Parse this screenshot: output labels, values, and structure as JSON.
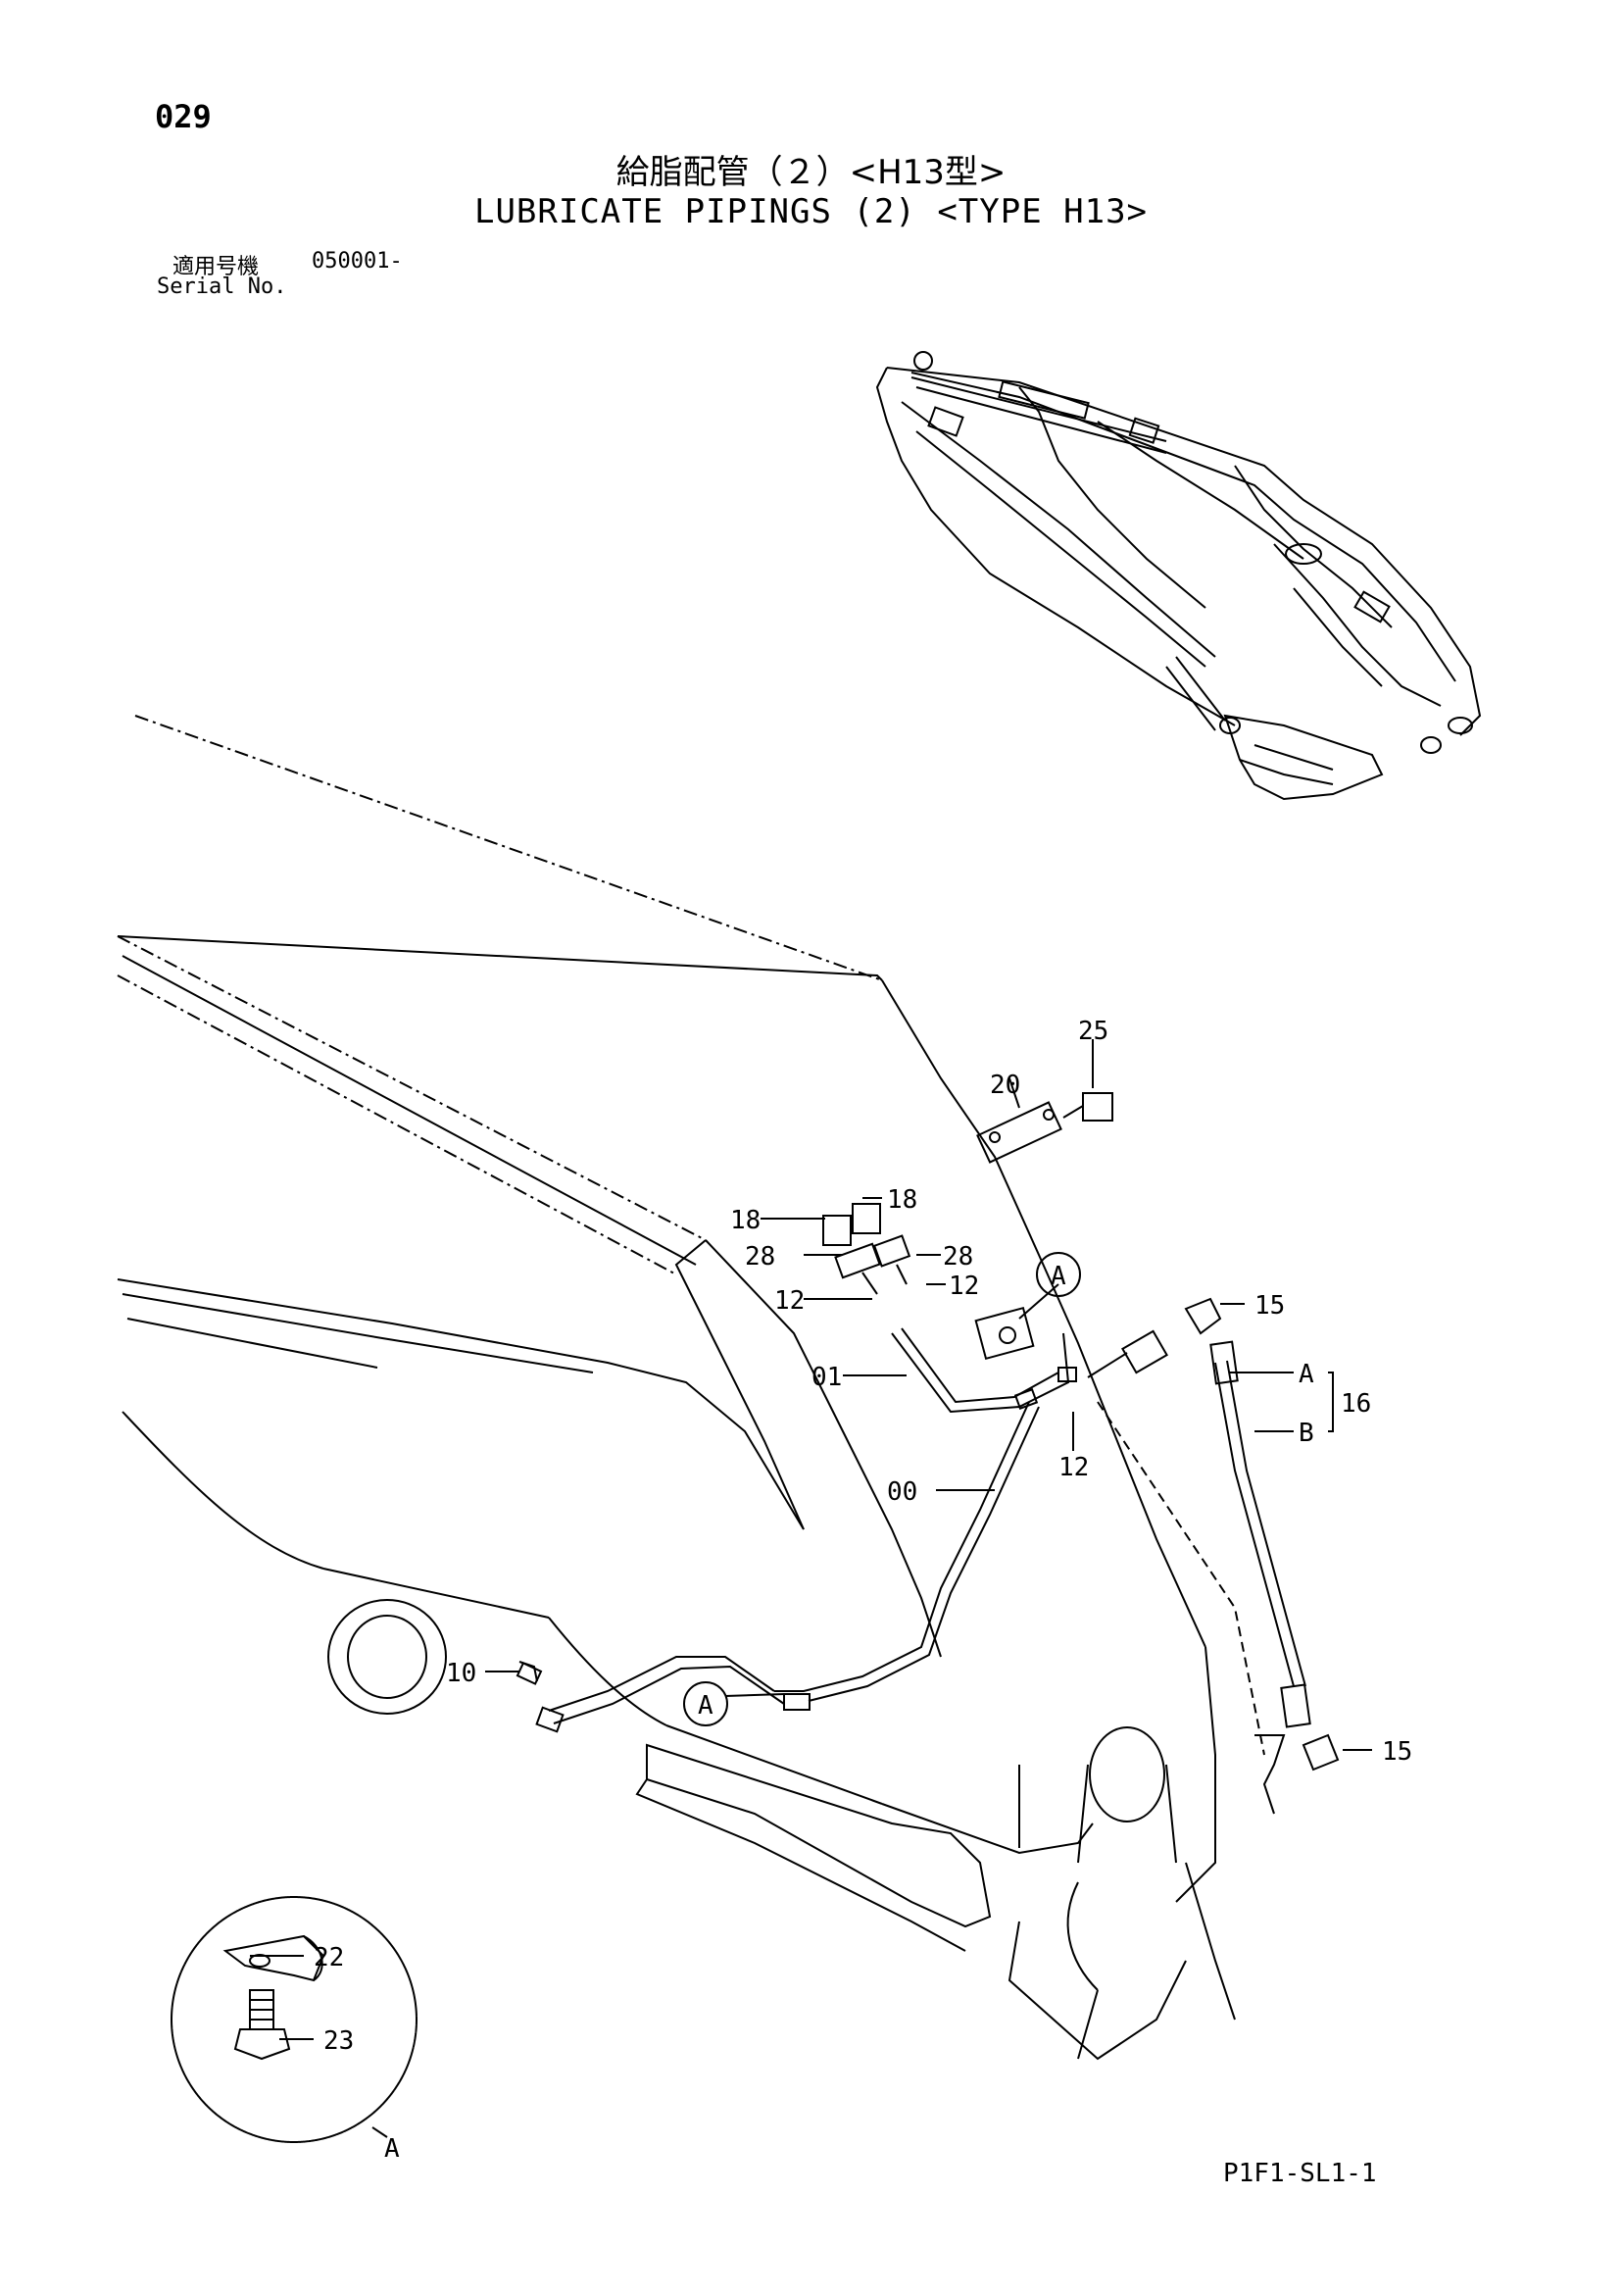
{
  "header": {
    "page_number": "029",
    "title_ja": "給脂配管（２）<H13型>",
    "title_en": "LUBRICATE PIPINGS (2) <TYPE H13>",
    "serial_label_ja": "適用号機",
    "serial_value": "050001-",
    "serial_label_en": "Serial No."
  },
  "callouts": {
    "c25": "25",
    "c20": "20",
    "c18a": "18",
    "c18b": "18",
    "c28a": "28",
    "c28b": "28",
    "c12a": "12",
    "c12b": "12",
    "c12c": "12",
    "c01": "01",
    "c00": "00",
    "c10": "10",
    "c15a": "15",
    "c15b": "15",
    "c16": "16",
    "cA1": "A",
    "cB1": "B",
    "cA_circle1": "A",
    "cA_circle2": "A",
    "c22": "22",
    "c23": "23",
    "cA_detail": "A"
  },
  "footer": {
    "code": "P1F1-SL1-1"
  }
}
